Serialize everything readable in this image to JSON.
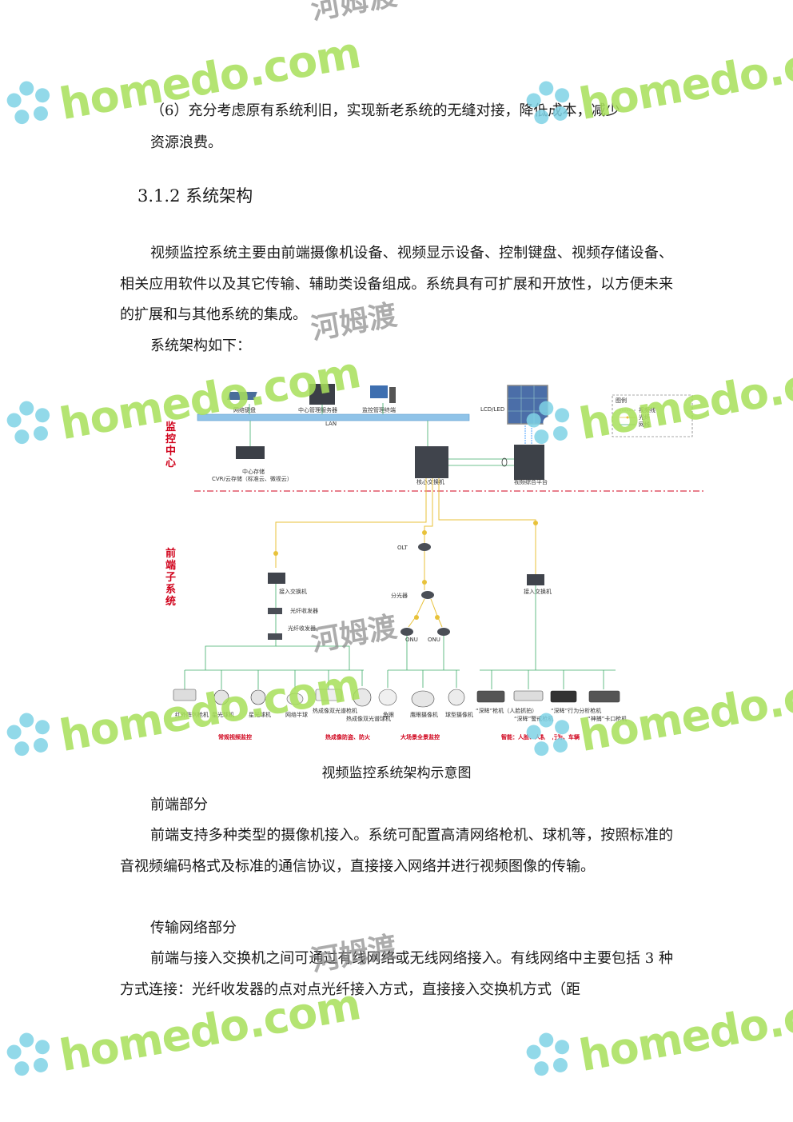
{
  "paragraphs": {
    "p1_line1": "（6）充分考虑原有系统利旧，实现新老系统的无缝对接，降低成本，减少",
    "p1_line2": "资源浪费。",
    "p2": "视频监控系统主要由前端摄像机设备、视频显示设备、控制键盘、视频存储设备、相关应用软件以及其它传输、辅助类设备组成。系统具有可扩展和开放性，以方便未来的扩展和与其他系统的集成。",
    "p3": "系统架构如下：",
    "front_title": "前端部分",
    "front_body": "前端支持多种类型的摄像机接入。系统可配置高清网络枪机、球机等，按照标准的音视频编码格式及标准的通信协议，直接接入网络并进行视频图像的传输。",
    "net_title": "传输网络部分",
    "net_body": "前端与接入交换机之间可通过有线网络或无线网络接入。有线网络中主要包括 3 种方式连接：光纤收发器的点对点光纤接入方式，直接接入交换机方式（距"
  },
  "heading": "3.1.2 系统架构",
  "caption": "视频监控系统架构示意图",
  "diagram": {
    "zone_center": "监控中心",
    "zone_front": "前端子系统",
    "lan": "LAN",
    "net_keyboard": "网络键盘",
    "mgmt_server": "中心管理服务器",
    "mgmt_client": "监控管理终端",
    "lcd": "LCD/LED",
    "legend_title": "图例",
    "legend_video": "视频线",
    "legend_fiber": "光纤",
    "legend_net": "网线",
    "storage_1": "中心存储",
    "storage_2": "CVR/云存储（标准云、微视云）",
    "core_switch": "核心交换机",
    "video_platform": "视频综合平台",
    "olt": "OLT",
    "splitter": "分光器",
    "onu1": "ONU",
    "onu2": "ONU",
    "access_switch_left": "接入交换机",
    "access_switch_right": "接入交换机",
    "fiber_tx1": "光纤收发器",
    "fiber_tx2": "光纤收发器",
    "cam1": "红外阵列枪机",
    "cam2": "星光球机",
    "cam3": "星光球机",
    "cam4": "网络半球",
    "cam5": "热成像双光谱枪机",
    "cam6": "热成像双光谱球机",
    "cam7": "鱼眼",
    "cam8": "鹰眼摄像机",
    "cam9": "球型摄像机",
    "cam10": "“深眸”枪机（人脸抓拍）",
    "cam11": "“深眸”警戒枪机",
    "cam12": "“深眸”行为分析枪机",
    "cam13": "“神捕”卡口枪机",
    "group1": "常规视频监控",
    "group2": "热成像防盗、防火",
    "group3": "大场景全景监控",
    "group4": "智能：人脸、人群、行为、车辆"
  },
  "watermark": {
    "word": "homedo.com",
    "cn": "河姆渡"
  },
  "colors": {
    "green_line": "#3fae6a",
    "fiber_yellow": "#e8c23a",
    "lan_bar": "#8fc3e8",
    "red": "#d0021b",
    "watermark_green": "#a8e05a"
  }
}
